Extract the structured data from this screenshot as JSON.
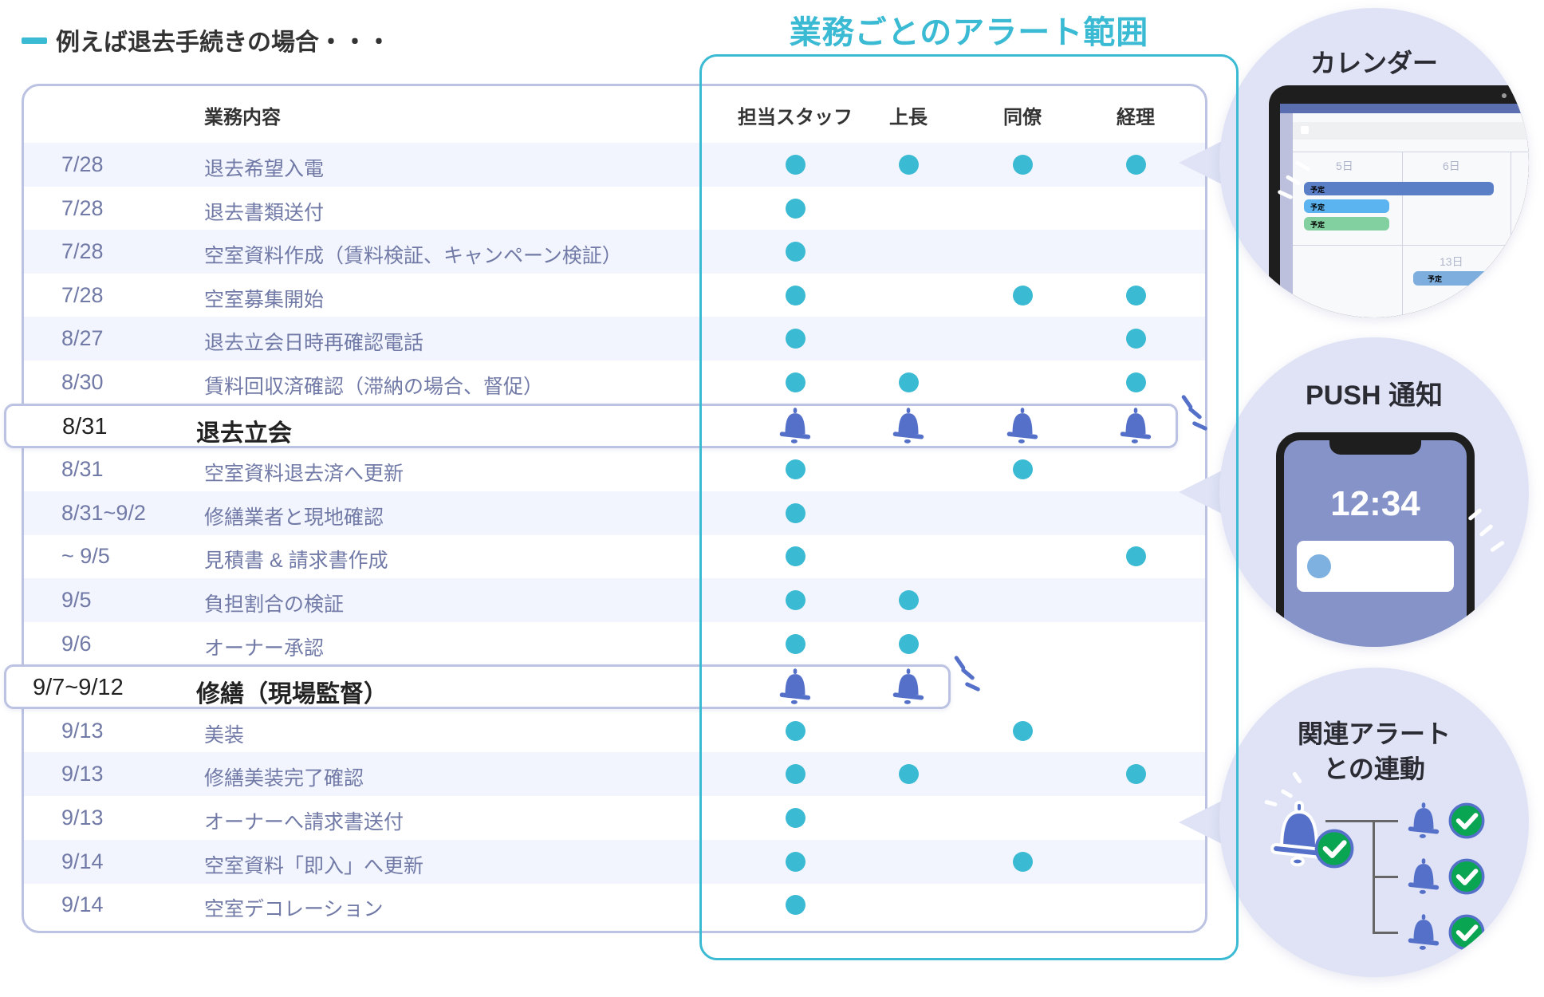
{
  "heading": {
    "title": "例えば退去手続きの場合・・・",
    "alert_scope_title": "業務ごとのアラート範囲"
  },
  "table": {
    "headers": {
      "task": "業務内容",
      "roles": [
        "担当スタッフ",
        "上長",
        "同僚",
        "経理"
      ]
    },
    "rows": [
      {
        "date": "7/28",
        "task": "退去希望入電",
        "alerts": [
          1,
          1,
          1,
          1
        ]
      },
      {
        "date": "7/28",
        "task": "退去書類送付",
        "alerts": [
          1,
          0,
          0,
          0
        ]
      },
      {
        "date": "7/28",
        "task": "空室資料作成（賃料検証、キャンペーン検証）",
        "alerts": [
          1,
          0,
          0,
          0
        ]
      },
      {
        "date": "7/28",
        "task": "空室募集開始",
        "alerts": [
          1,
          0,
          1,
          1
        ]
      },
      {
        "date": "8/27",
        "task": "退去立会日時再確認電話",
        "alerts": [
          1,
          0,
          0,
          1
        ]
      },
      {
        "date": "8/30",
        "task": "賃料回収済確認（滞納の場合、督促）",
        "alerts": [
          1,
          1,
          0,
          1
        ]
      },
      {
        "date": "8/31",
        "task": "退去立会",
        "highlight": true,
        "alerts": [
          1,
          1,
          1,
          1
        ]
      },
      {
        "date": "8/31",
        "task": "空室資料退去済へ更新",
        "alerts": [
          1,
          0,
          1,
          0
        ]
      },
      {
        "date": "8/31~9/2",
        "task": "修繕業者と現地確認",
        "alerts": [
          1,
          0,
          0,
          0
        ]
      },
      {
        "date": "~ 9/5",
        "task": "見積書 & 請求書作成",
        "alerts": [
          1,
          0,
          0,
          1
        ]
      },
      {
        "date": "9/5",
        "task": "負担割合の検証",
        "alerts": [
          1,
          1,
          0,
          0
        ]
      },
      {
        "date": "9/6",
        "task": "オーナー承認",
        "alerts": [
          1,
          1,
          0,
          0
        ]
      },
      {
        "date": "9/7~9/12",
        "task": "修繕（現場監督）",
        "highlight": true,
        "alerts": [
          1,
          1,
          0,
          0
        ]
      },
      {
        "date": "9/13",
        "task": "美装",
        "alerts": [
          1,
          0,
          1,
          0
        ]
      },
      {
        "date": "9/13",
        "task": "修繕美装完了確認",
        "alerts": [
          1,
          1,
          0,
          1
        ]
      },
      {
        "date": "9/13",
        "task": "オーナーへ請求書送付",
        "alerts": [
          1,
          0,
          0,
          0
        ]
      },
      {
        "date": "9/14",
        "task": "空室資料「即入」へ更新",
        "alerts": [
          1,
          0,
          1,
          0
        ]
      },
      {
        "date": "9/14",
        "task": "空室デコレーション",
        "alerts": [
          1,
          0,
          0,
          0
        ]
      }
    ]
  },
  "panels": {
    "calendar": {
      "title": "カレンダー",
      "days": [
        "5日",
        "6日",
        "13日"
      ],
      "event_label": "予定"
    },
    "push": {
      "title": "PUSH 通知",
      "time": "12:34"
    },
    "linked": {
      "title_line1": "関連アラート",
      "title_line2": "との連動"
    }
  },
  "colors": {
    "accent_teal": "#3bbad3",
    "bell_blue": "#5570c8",
    "panel_bg": "#dfe3f5",
    "row_shade": "#f2f5fd",
    "check_green": "#0aa552"
  },
  "icons": {
    "alert": "bell-icon",
    "done": "check-circle-icon",
    "marker": "dot"
  }
}
